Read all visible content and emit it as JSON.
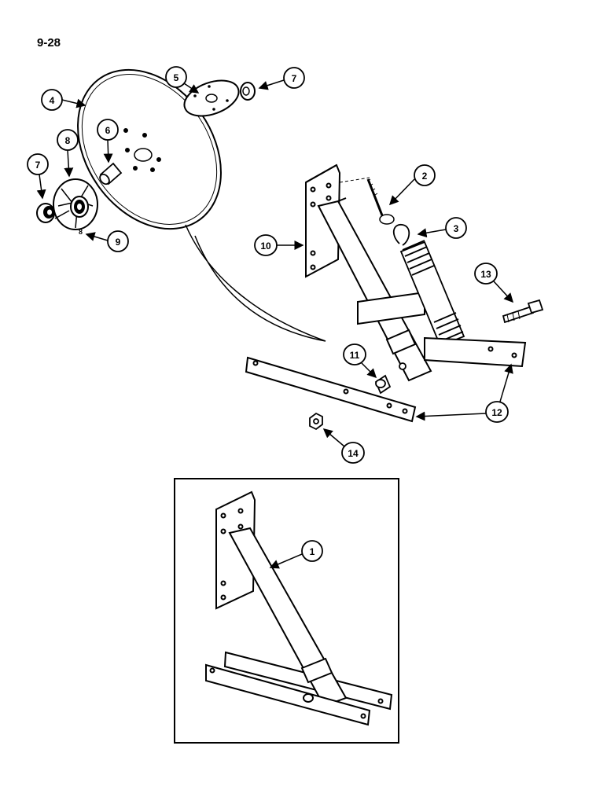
{
  "page": {
    "number": "9-28"
  },
  "callouts": {
    "c1": "1",
    "c2": "2",
    "c3": "3",
    "c4": "4",
    "c5": "5",
    "c6": "6",
    "c7a": "7",
    "c7b": "7",
    "c8": "8",
    "c9": "9",
    "c10": "10",
    "c11": "11",
    "c12": "12",
    "c13": "13",
    "c14": "14"
  },
  "labels": {
    "mark9": "8"
  }
}
